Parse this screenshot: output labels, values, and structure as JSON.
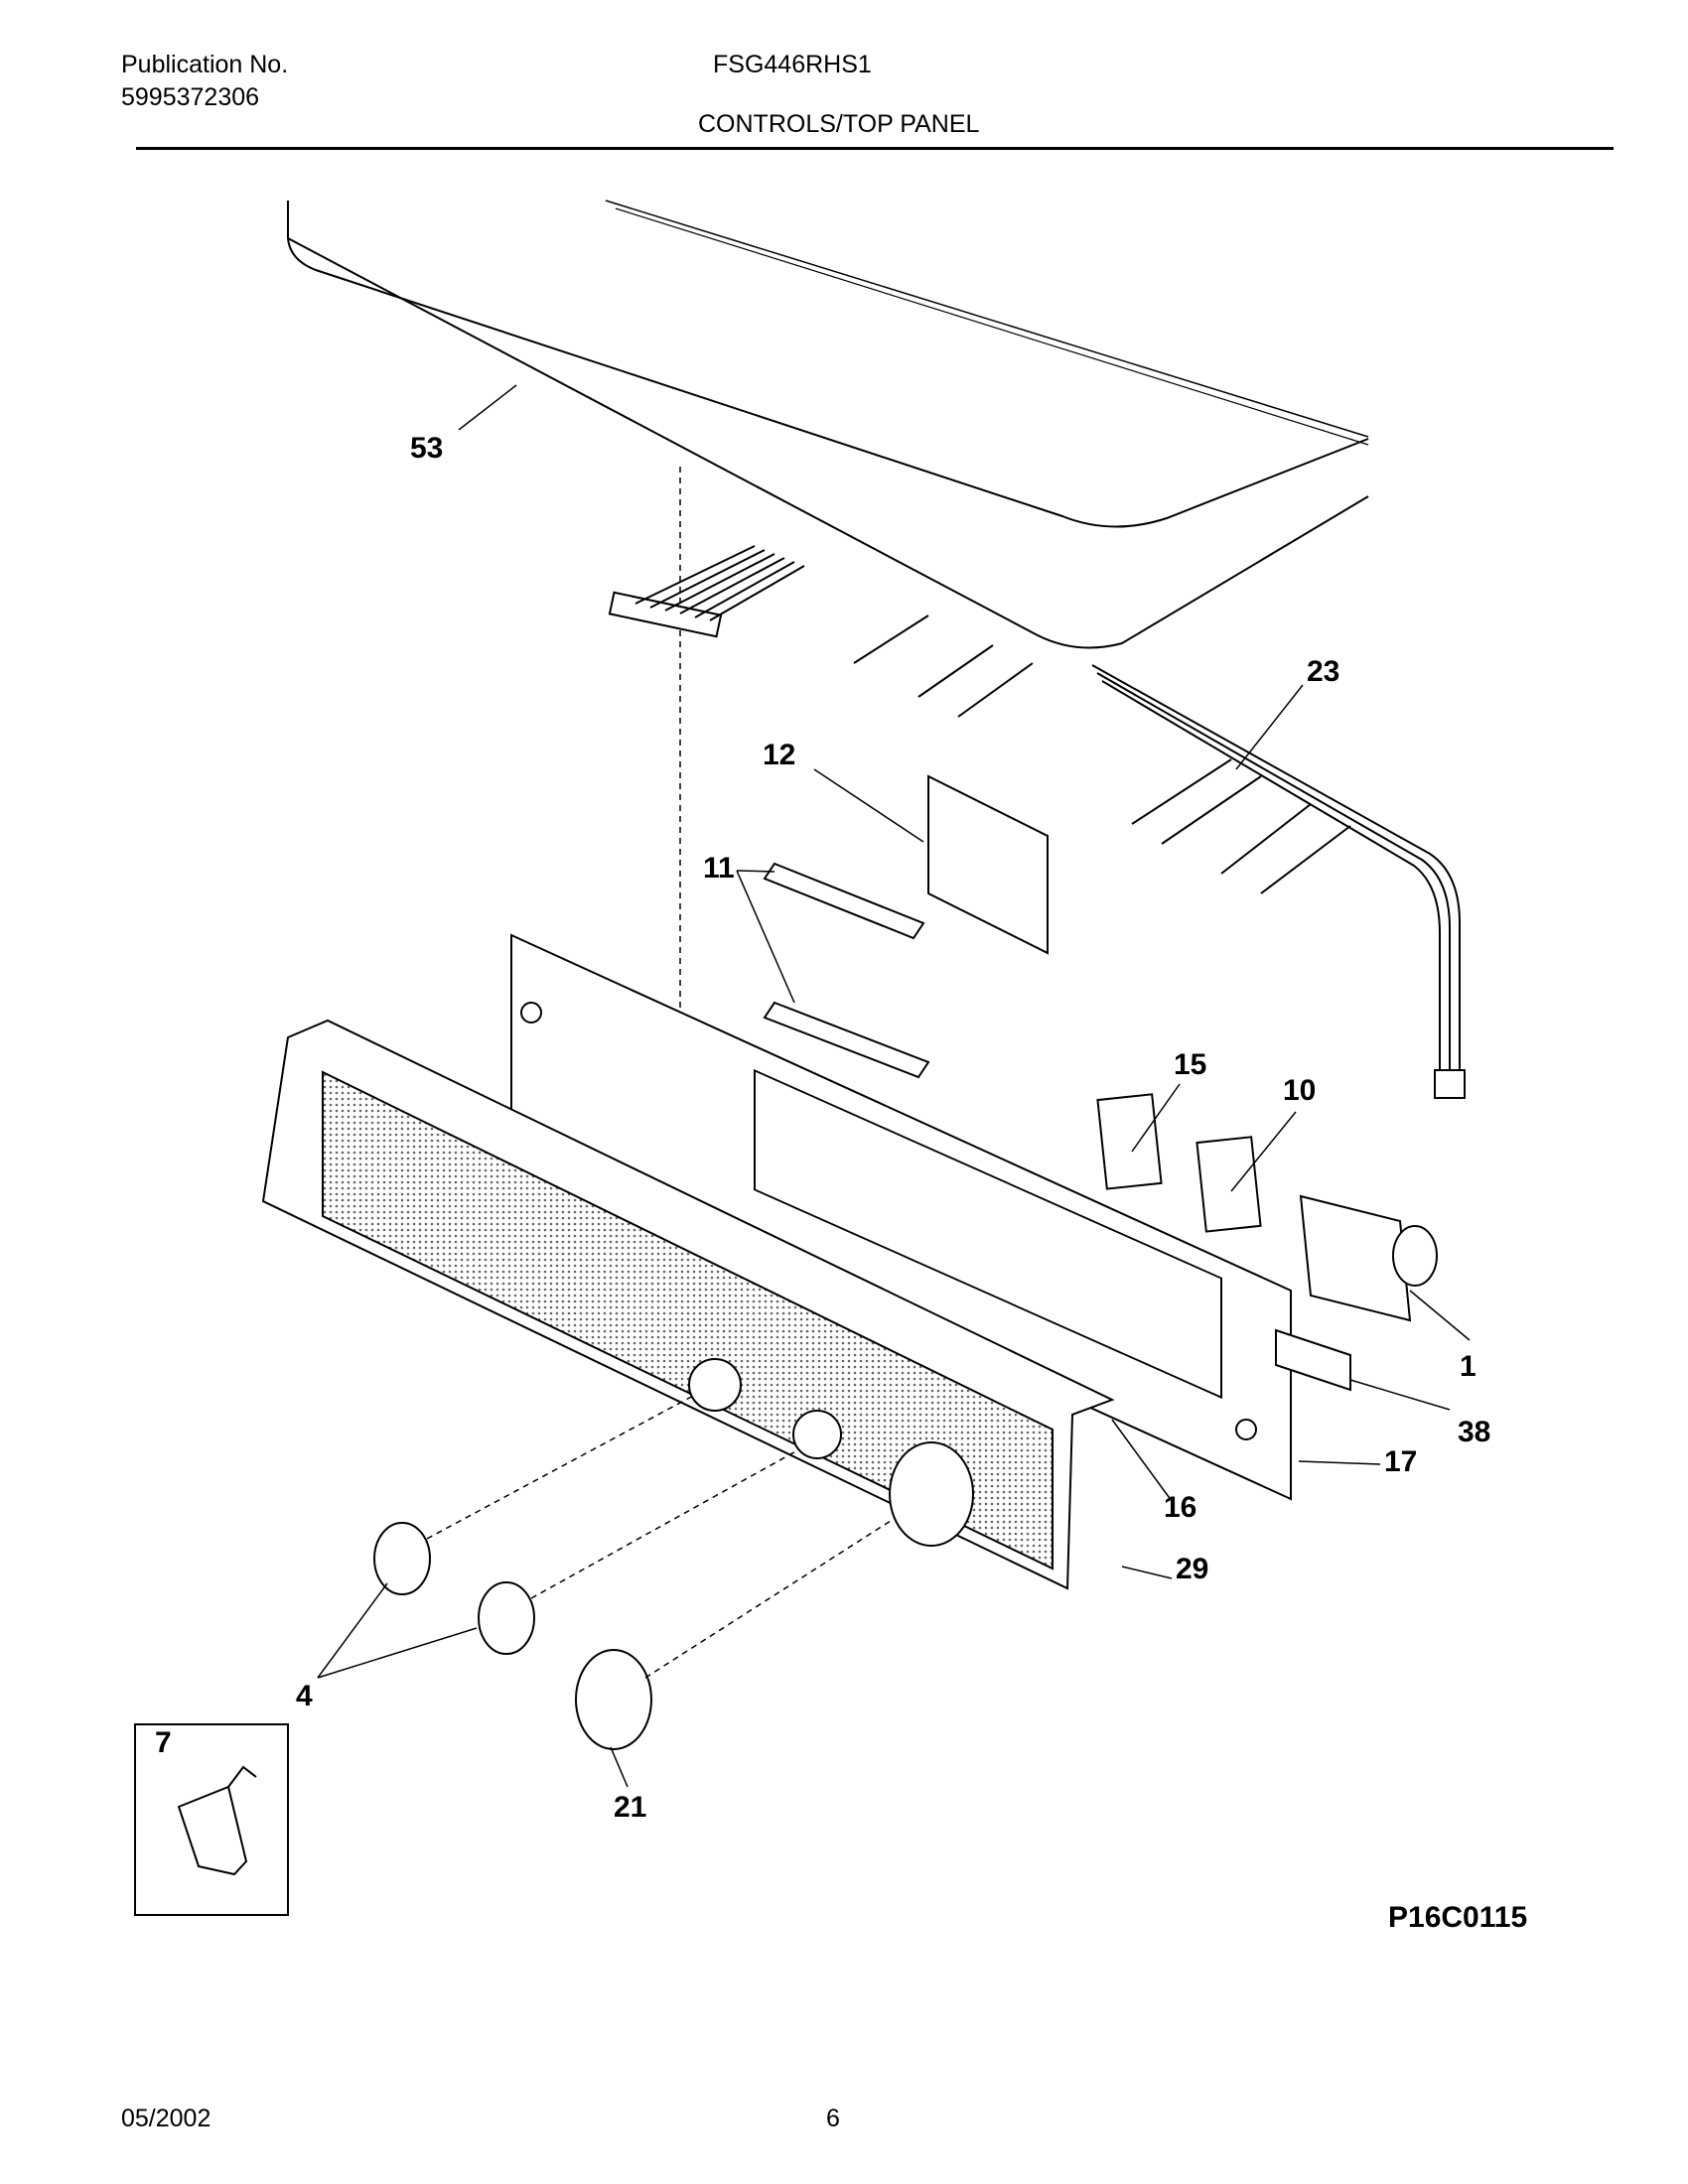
{
  "header": {
    "publication_label": "Publication No.",
    "publication_number": "5995372306",
    "model": "FSG446RHS1",
    "section_title": "CONTROLS/TOP PANEL"
  },
  "callouts": [
    "53",
    "23",
    "12",
    "11",
    "15",
    "10",
    "1",
    "38",
    "17",
    "16",
    "29",
    "4",
    "21",
    "7"
  ],
  "figure_code": "P16C0115",
  "footer": {
    "date": "05/2002",
    "page": "6"
  }
}
